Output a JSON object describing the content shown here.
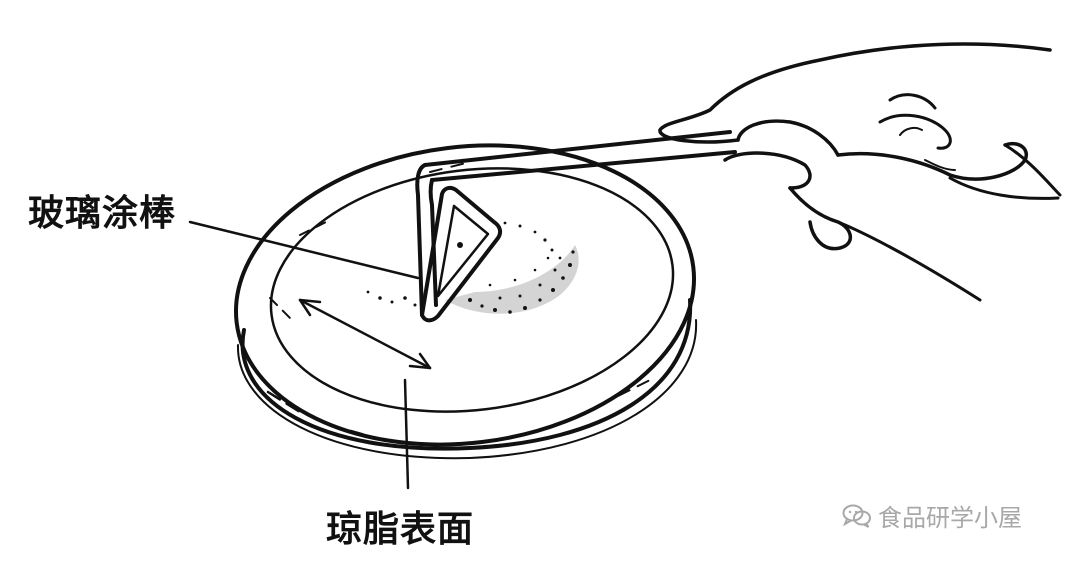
{
  "labels": {
    "glass_rod": "玻璃涂棒",
    "agar_surface": "琼脂表面"
  },
  "watermark": {
    "text": "食品研学小屋",
    "icon": "wechat-icon"
  },
  "colors": {
    "ink": "#111111",
    "watermark": "#a8a8a8",
    "background": "#ffffff"
  }
}
